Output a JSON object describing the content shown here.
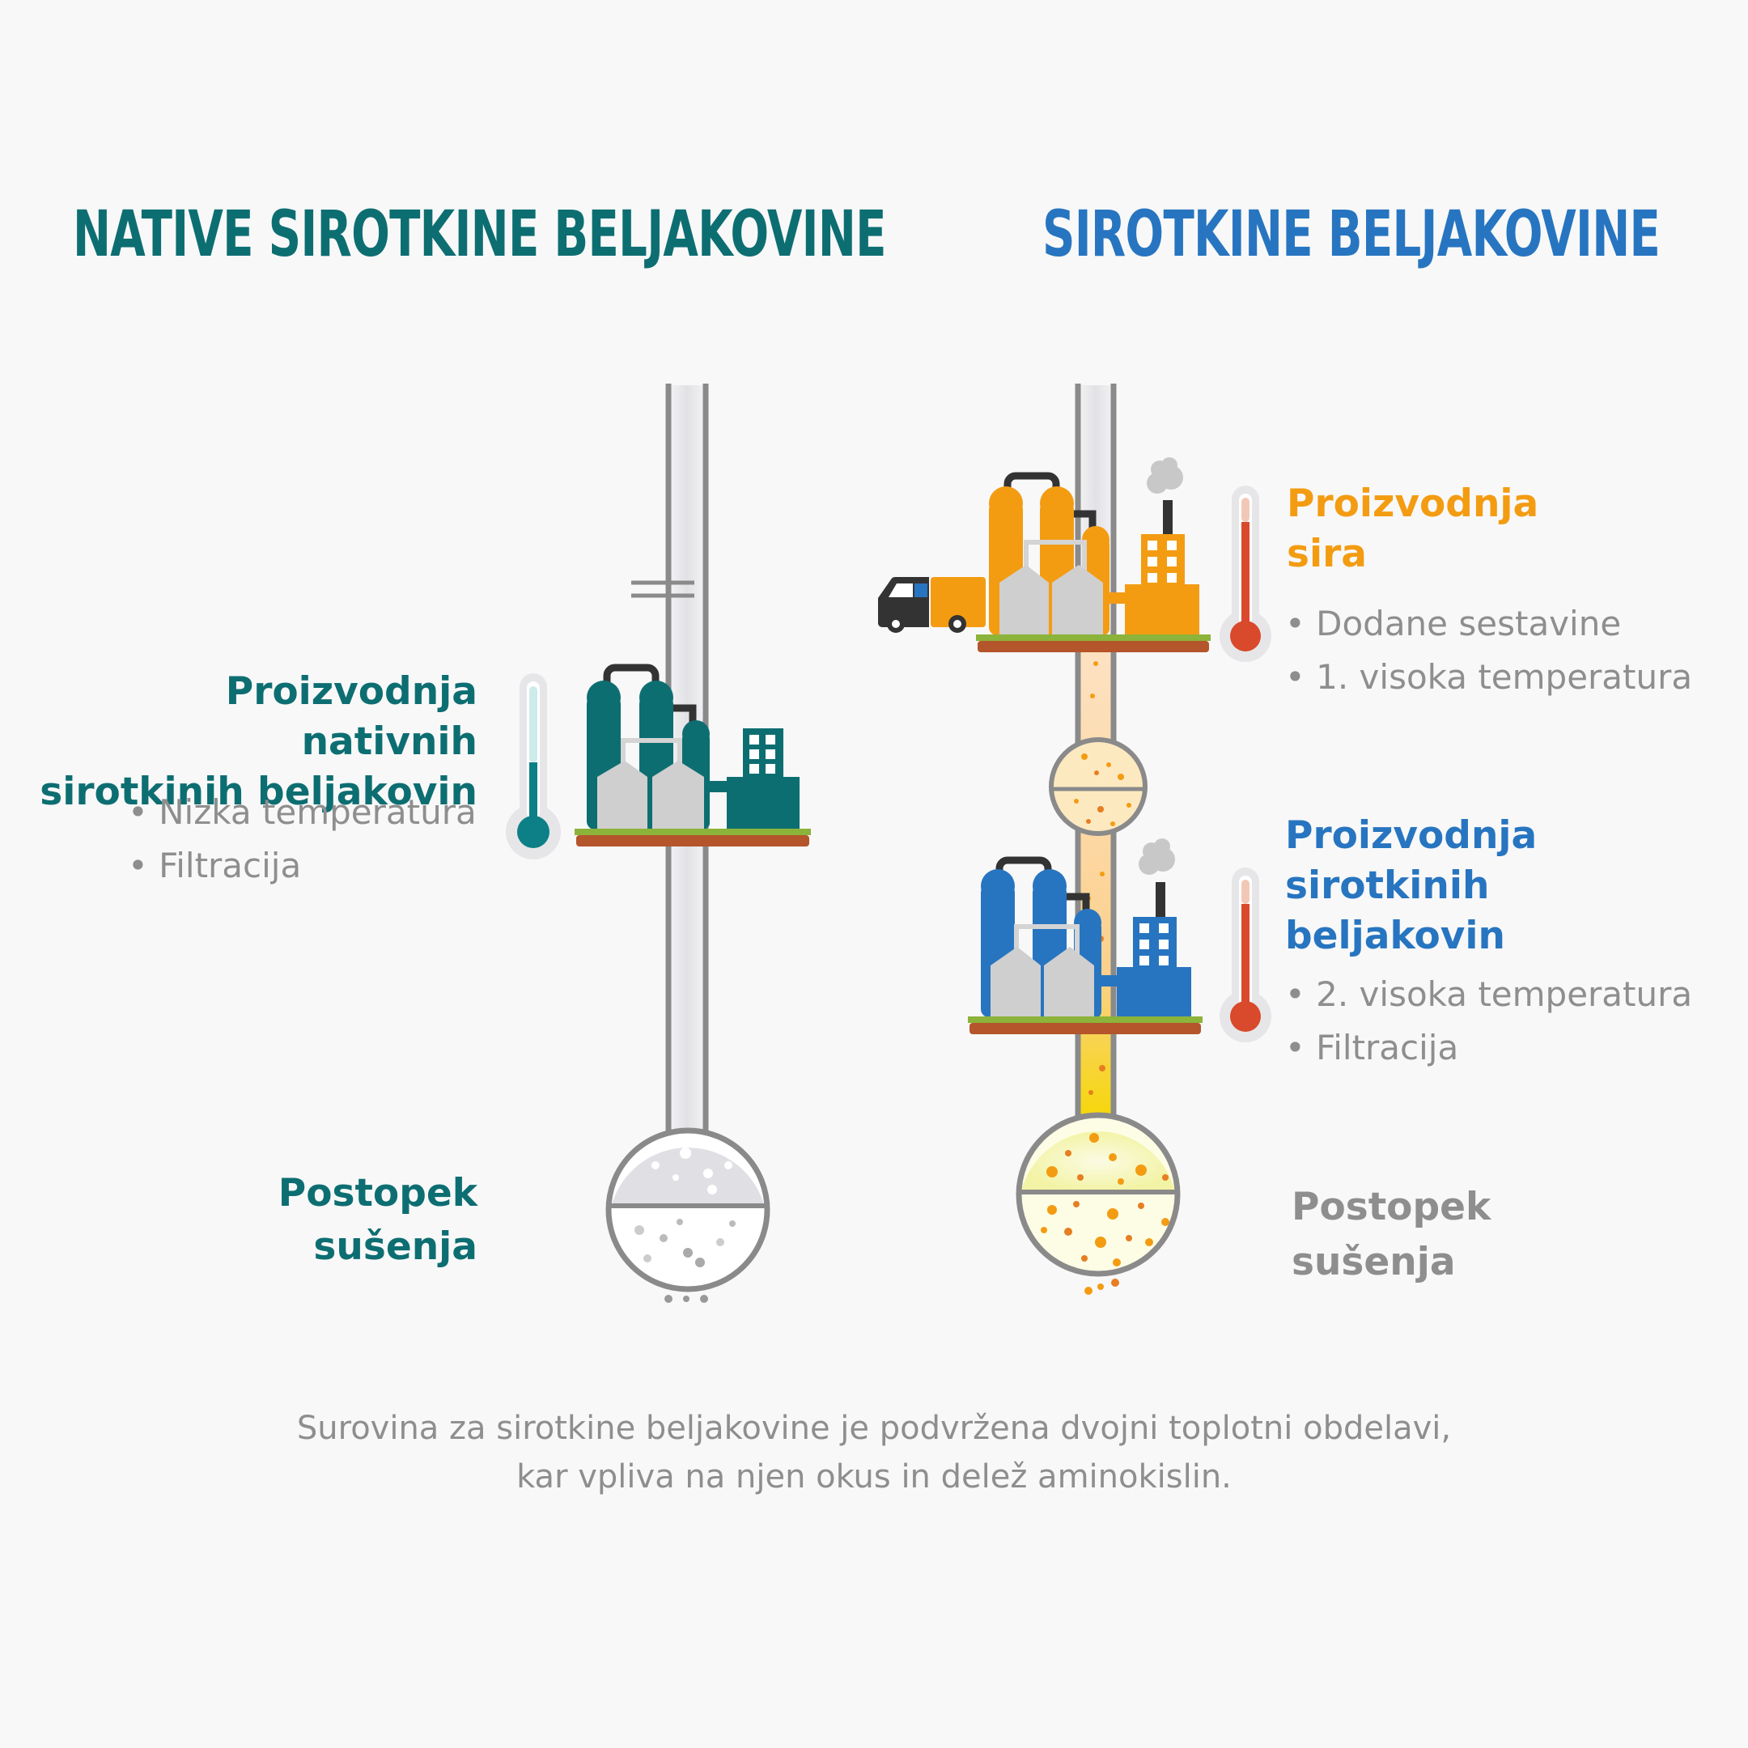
{
  "left": {
    "title": "NATIVE SIROTKINE BELJAKOVINE",
    "title_color": "#0d6e72",
    "process": {
      "heading_line1": "Proizvodnja nativnih",
      "heading_line2": "sirotkinih beljakovin",
      "bullets": [
        "• Nizka temperatura",
        "• Filtracija"
      ]
    },
    "drying": {
      "line1": "Postopek",
      "line2": "sušenja"
    }
  },
  "right": {
    "title": "SIROTKINE BELJAKOVINE",
    "title_color": "#2775c0",
    "step1": {
      "heading_line1": "Proizvodnja",
      "heading_line2": "sira",
      "color": "#f39c12",
      "bullets": [
        "• Dodane sestavine",
        "• 1. visoka temperatura"
      ]
    },
    "step2": {
      "heading_line1": "Proizvodnja",
      "heading_line2": "sirotkinih",
      "heading_line3": "beljakovin",
      "color": "#2775c0",
      "bullets": [
        "• 2. visoka temperatura",
        "• Filtracija"
      ]
    },
    "drying": {
      "line1": "Postopek",
      "line2": "sušenja"
    }
  },
  "footer": {
    "line1": "Surovina za sirotkine beljakovine je podvržena dvojni toplotni obdelavi,",
    "line2": "kar vpliva na njen okus in delež aminokislin."
  },
  "icons": [
    "factory-icon",
    "thermometer-icon",
    "truck-icon",
    "smoke-icon",
    "drying-flask-icon"
  ]
}
